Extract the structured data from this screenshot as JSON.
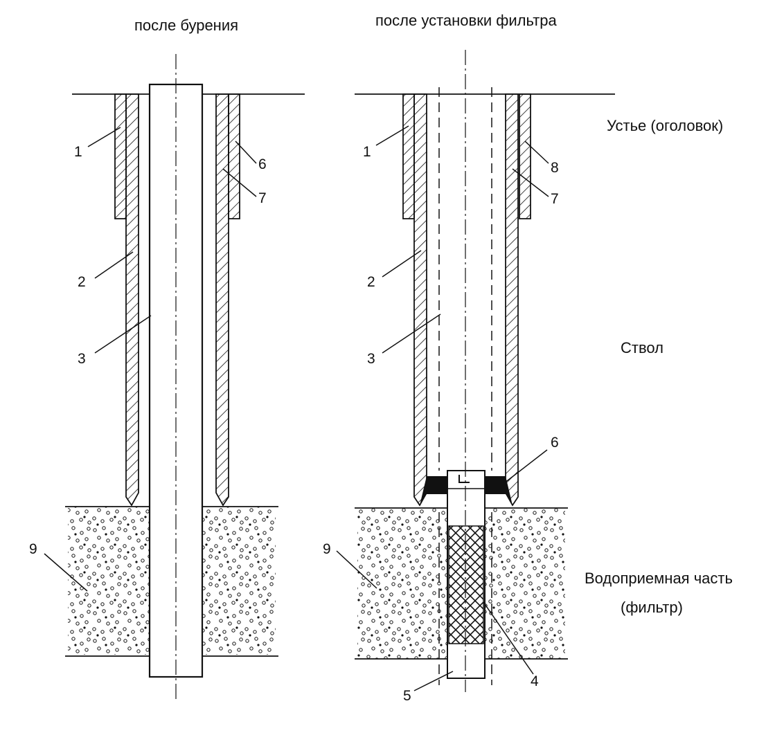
{
  "titles": {
    "after_drilling": "после бурения",
    "after_filter": "после установки фильтра"
  },
  "zones": {
    "mouth": "Устье (оголовок)",
    "shaft": "Ствол",
    "intake_line1": "Водоприемная часть",
    "intake_line2": "(фильтр)"
  },
  "labels": {
    "left": {
      "l1": "1",
      "l2": "2",
      "l3": "3",
      "l6": "6",
      "l7": "7",
      "l9": "9"
    },
    "right": {
      "l1": "1",
      "l2": "2",
      "l3": "3",
      "l4": "4",
      "l5": "5",
      "l6": "6",
      "l7": "7",
      "l8": "8",
      "l9": "9"
    }
  },
  "colors": {
    "ink": "#111111",
    "background": "#ffffff"
  }
}
